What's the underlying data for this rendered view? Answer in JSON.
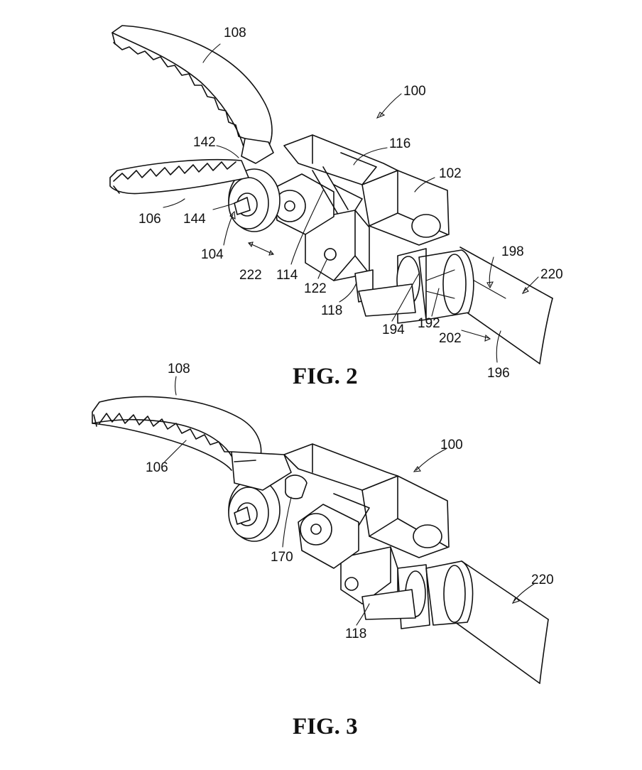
{
  "figures": [
    {
      "caption": "FIG. 2",
      "labels": {
        "l108": "108",
        "l100": "100",
        "l116": "116",
        "l102": "102",
        "l142": "142",
        "l106": "106",
        "l144": "144",
        "l104": "104",
        "l222": "222",
        "l114": "114",
        "l122": "122",
        "l118": "118",
        "l198": "198",
        "l220": "220",
        "l194": "194",
        "l192": "192",
        "l202": "202",
        "l196": "196"
      }
    },
    {
      "caption": "FIG. 3",
      "labels": {
        "l108": "108",
        "l106": "106",
        "l100": "100",
        "l170": "170",
        "l220": "220",
        "l118": "118"
      }
    }
  ]
}
